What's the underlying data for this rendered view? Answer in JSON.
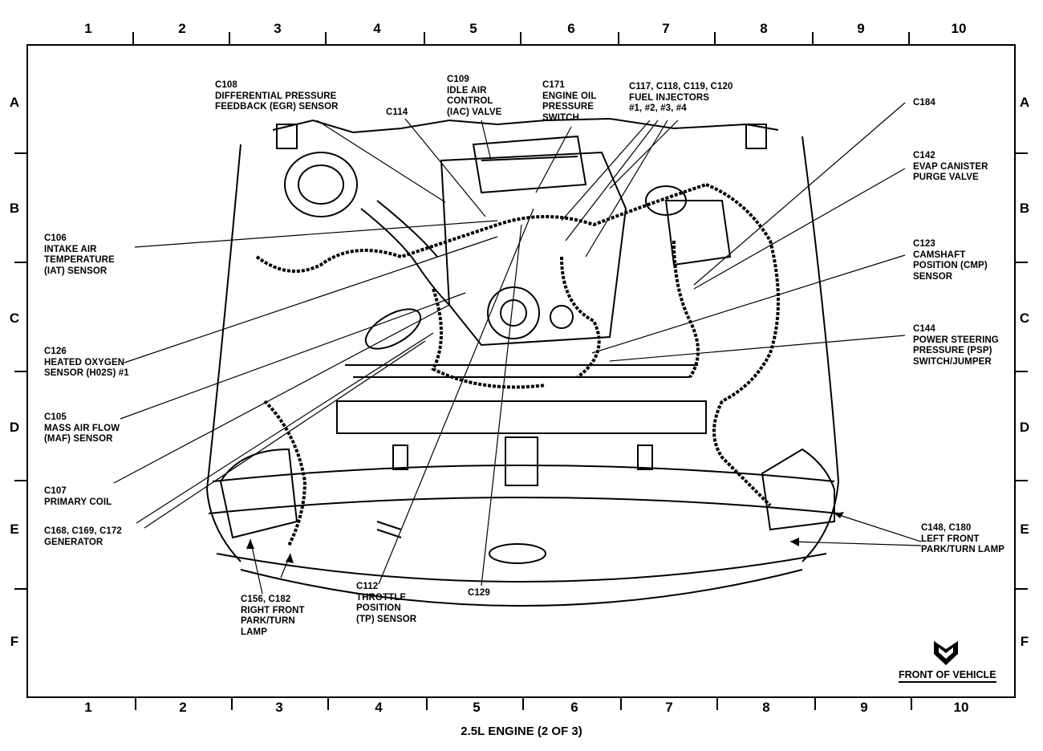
{
  "grid": {
    "columns": [
      "1",
      "2",
      "3",
      "4",
      "5",
      "6",
      "7",
      "8",
      "9",
      "10"
    ],
    "rows": [
      "A",
      "B",
      "C",
      "D",
      "E",
      "F"
    ]
  },
  "labels": {
    "c108": "C108\nDIFFERENTIAL PRESSURE\nFEEDBACK (EGR) SENSOR",
    "c114": "C114",
    "c109": "C109\nIDLE AIR\nCONTROL\n(IAC) VALVE",
    "c171": "C171\nENGINE OIL\nPRESSURE\nSWITCH",
    "c117": "C117, C118, C119, C120\nFUEL INJECTORS\n#1, #2, #3, #4",
    "c184": "C184",
    "c142": "C142\nEVAP CANISTER\nPURGE VALVE",
    "c123": "C123\nCAMSHAFT\nPOSITION (CMP)\nSENSOR",
    "c144": "C144\nPOWER STEERING\nPRESSURE (PSP)\nSWITCH/JUMPER",
    "c148": "C148, C180\nLEFT FRONT\nPARK/TURN LAMP",
    "c106": "C106\nINTAKE AIR\nTEMPERATURE\n(IAT) SENSOR",
    "c126": "C126\nHEATED OXYGEN\nSENSOR (H02S) #1",
    "c105": "C105\nMASS AIR FLOW\n(MAF) SENSOR",
    "c107": "C107\nPRIMARY COIL",
    "c168": "C168, C169, C172\nGENERATOR",
    "c156": "C156, C182\nRIGHT FRONT\nPARK/TURN\nLAMP",
    "c112": "C112\nTHROTTLE\nPOSITION\n(TP) SENSOR",
    "c129": "C129"
  },
  "front_of_vehicle": "FRONT OF VEHICLE",
  "caption": "2.5L ENGINE (2 OF 3)",
  "icons": {
    "front_arrow": "front-of-vehicle-arrow-icon"
  }
}
